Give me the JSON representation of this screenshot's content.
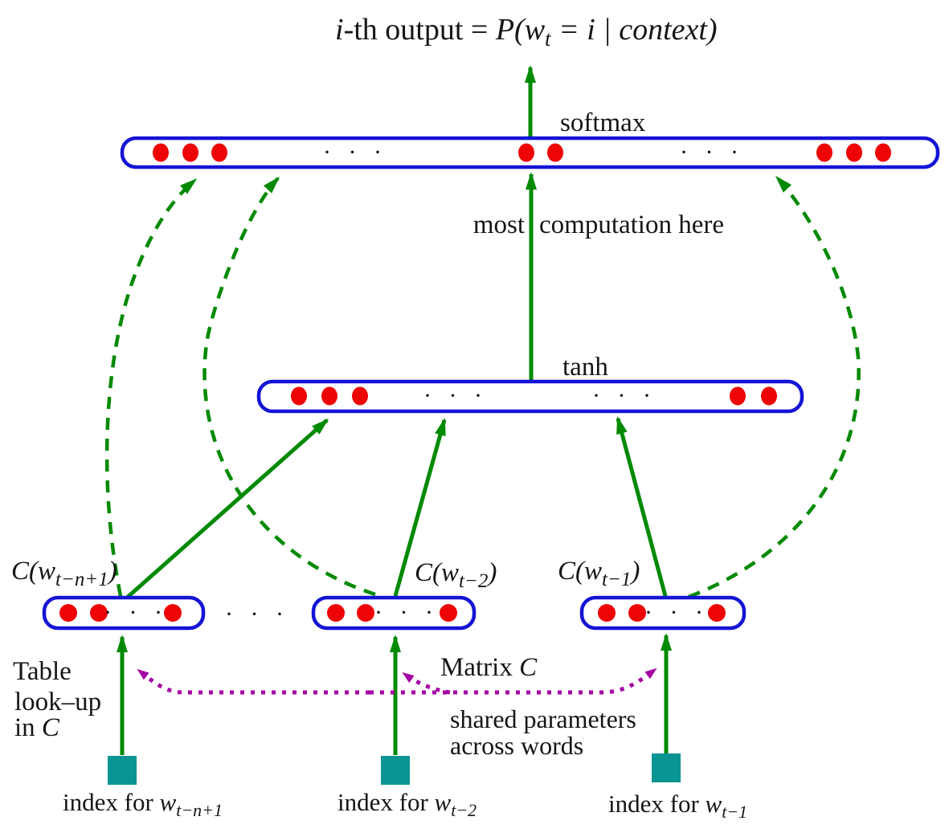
{
  "figure": {
    "description_colors": {
      "arrow_green": "#008a00",
      "box_blue": "#1414d6",
      "neuron_red": "#ee0404",
      "index_teal": "#0b9494",
      "shared_purple": "#a500a5",
      "text_black": "#161616"
    },
    "formula": {
      "i": "i",
      "mid": "-th output = ",
      "pw": "P(w",
      "sub": "t",
      "rest": " = i | context)"
    },
    "output_layer": {
      "label": "softmax"
    },
    "arrow_note": {
      "left": "most",
      "right": "computation here"
    },
    "hidden_layer": {
      "label": "tanh"
    },
    "embeddings": [
      {
        "pre": "C(w",
        "sub": "t−n+1",
        "post": ")"
      },
      {
        "pre": "C(w",
        "sub": "t−2",
        "post": ")"
      },
      {
        "pre": "C(w",
        "sub": "t−1",
        "post": ")"
      }
    ],
    "table_lookup": {
      "line1": "Table",
      "line2": "look–up",
      "line3_pre": "in ",
      "line3_c": "C"
    },
    "matrix_note": {
      "pre": "Matrix ",
      "c": "C",
      "line2": "shared parameters",
      "line3": "across words"
    },
    "indices": [
      {
        "pre": "index for ",
        "w": "w",
        "sub": "t−n+1"
      },
      {
        "pre": "index for ",
        "w": "w",
        "sub": "t−2"
      },
      {
        "pre": "index for ",
        "w": "w",
        "sub": "t−1"
      }
    ],
    "ellipsis": "· · ·"
  }
}
